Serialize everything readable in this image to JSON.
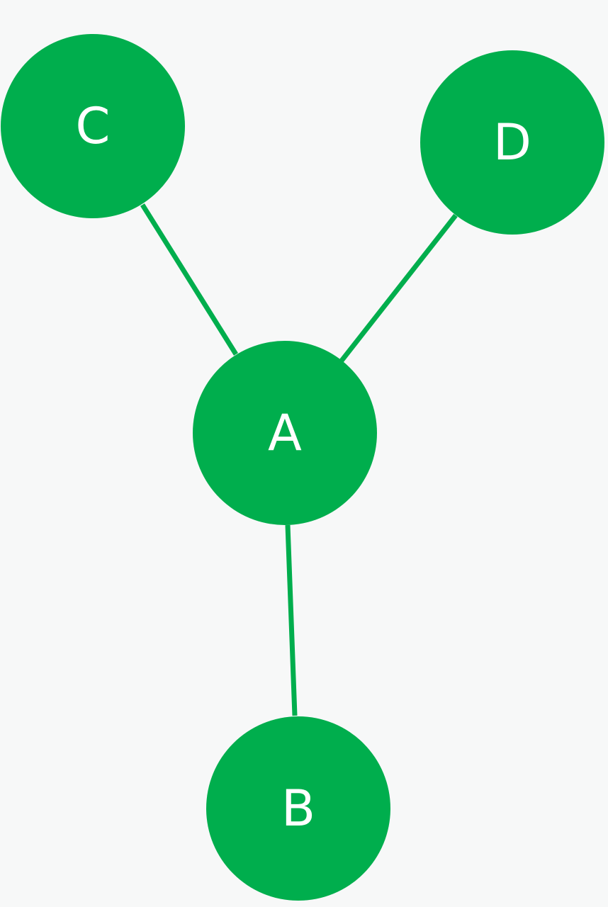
{
  "diagram": {
    "type": "graph",
    "colors": {
      "background": "#f7f8f8",
      "node_fill": "#00ae4d",
      "edge": "#00ae4d",
      "label": "#ffffff"
    },
    "nodes": [
      {
        "id": "A",
        "label": "A"
      },
      {
        "id": "B",
        "label": "B"
      },
      {
        "id": "C",
        "label": "C"
      },
      {
        "id": "D",
        "label": "D"
      }
    ],
    "edges": [
      {
        "from": "A",
        "to": "C"
      },
      {
        "from": "A",
        "to": "D"
      },
      {
        "from": "A",
        "to": "B"
      }
    ]
  }
}
